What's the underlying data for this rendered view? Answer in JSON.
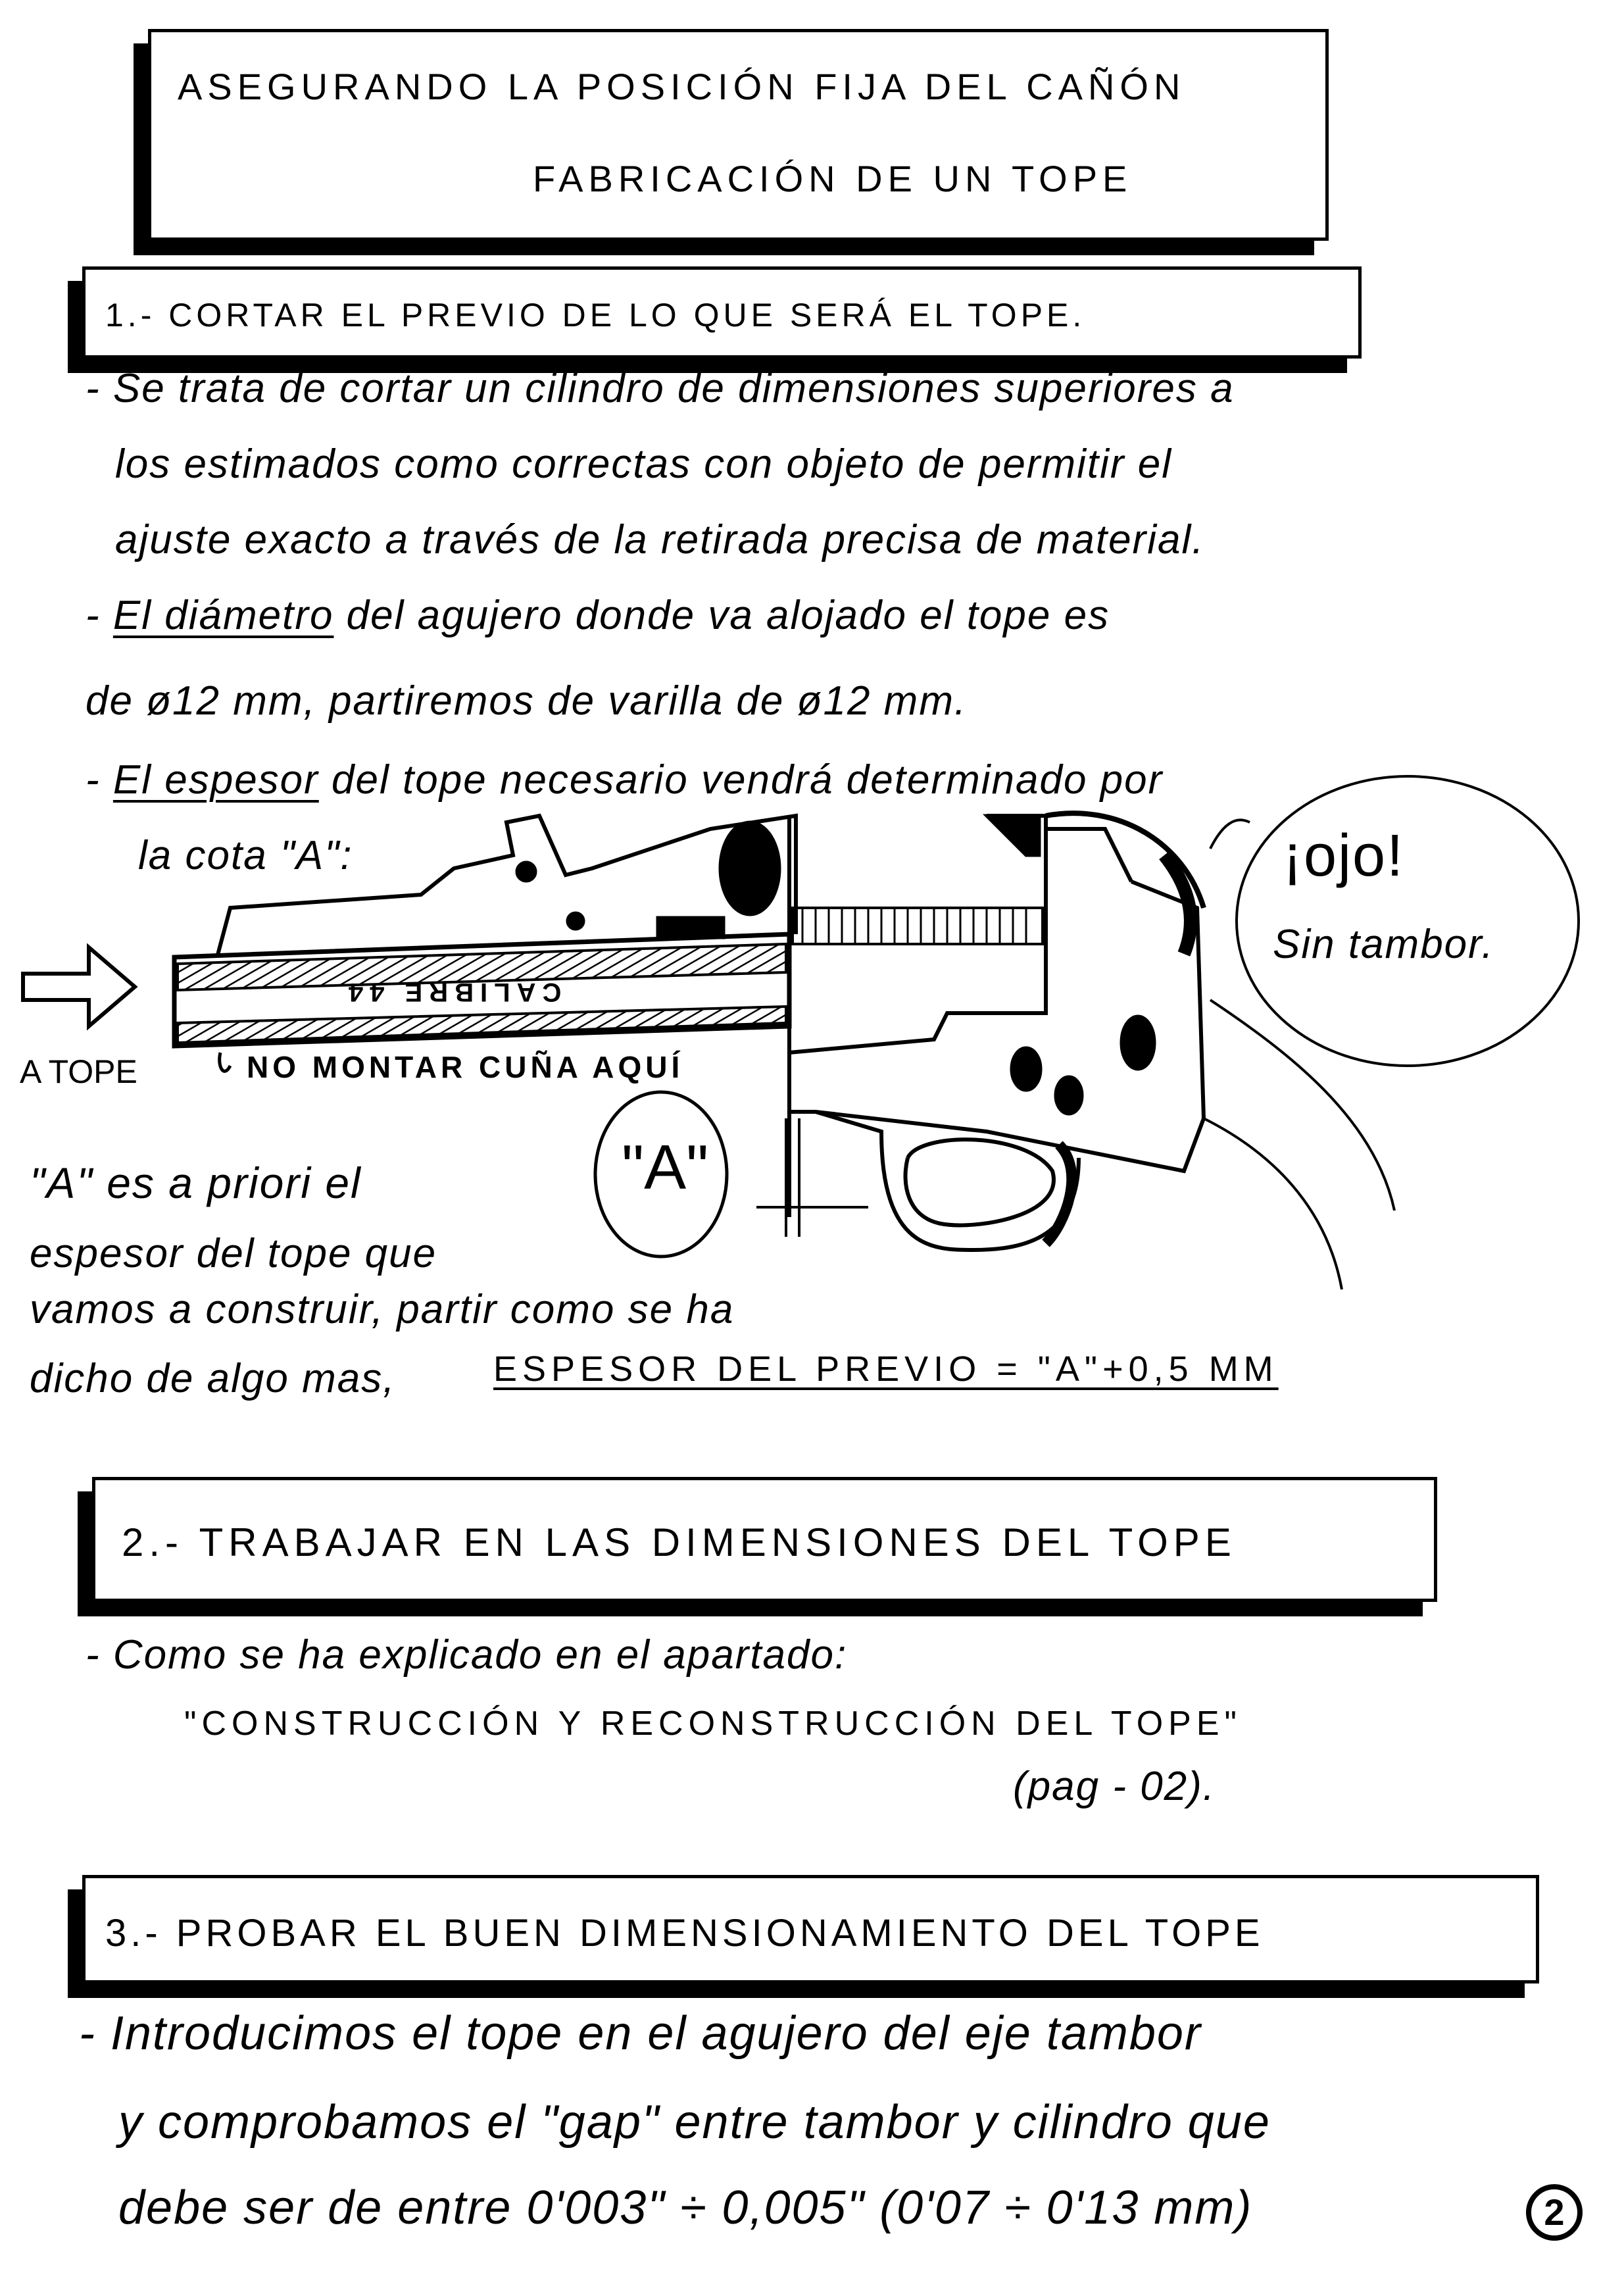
{
  "title": {
    "line1": "Asegurando la posición fija del cañón",
    "line2": "Fabricación de un tope"
  },
  "section1": {
    "heading": "1.- Cortar el previo de lo que será el tope.",
    "lines": [
      "- Se trata de cortar un cilindro de dimensiones superiores a",
      "los estimados como correctas con objeto de permitir el",
      "ajuste exacto a través de la retirada precisa de material.",
      "de ø12 mm, partiremos de varilla de ø12 mm.",
      "del tope necesario vendrá determinado por",
      "la cota \"A\":"
    ],
    "line4_prefix": "- ",
    "line4_underlined": "El diámetro",
    "line4_rest": " del agujero donde va alojado el tope es",
    "line6_prefix": "- ",
    "line6_underlined": "El espesor"
  },
  "diagram": {
    "arrow_label": "A tope",
    "barrel_label": "Calibre 44",
    "note": "No montar cuña aquí",
    "bubble_line1": "¡ojo!",
    "bubble_line2": "Sin tambor.",
    "circle_label": "\"A\""
  },
  "notes": {
    "lines": [
      "\"A\" es a priori el",
      "espesor del tope que",
      "vamos a construir, partir como se ha",
      "dicho de algo mas,"
    ],
    "formula": "Espesor del previo = \"A\"+0,5 mm"
  },
  "section2": {
    "heading": "2.- Trabajar en las dimensiones del tope",
    "lines": [
      "- Como se ha explicado en el apartado:",
      "\"Construcción y reconstrucción del tope\"",
      "(pag - 02)."
    ]
  },
  "section3": {
    "heading": "3.- Probar el buen dimensionamiento del tope",
    "lines": [
      "- Introducimos el tope en el agujero del eje tambor",
      "y comprobamos el \"gap\" entre tambor y cilindro que",
      "debe ser de entre 0'003\" ÷ 0,005\" (0'07 ÷ 0'13 mm)"
    ]
  },
  "page_number": "2"
}
